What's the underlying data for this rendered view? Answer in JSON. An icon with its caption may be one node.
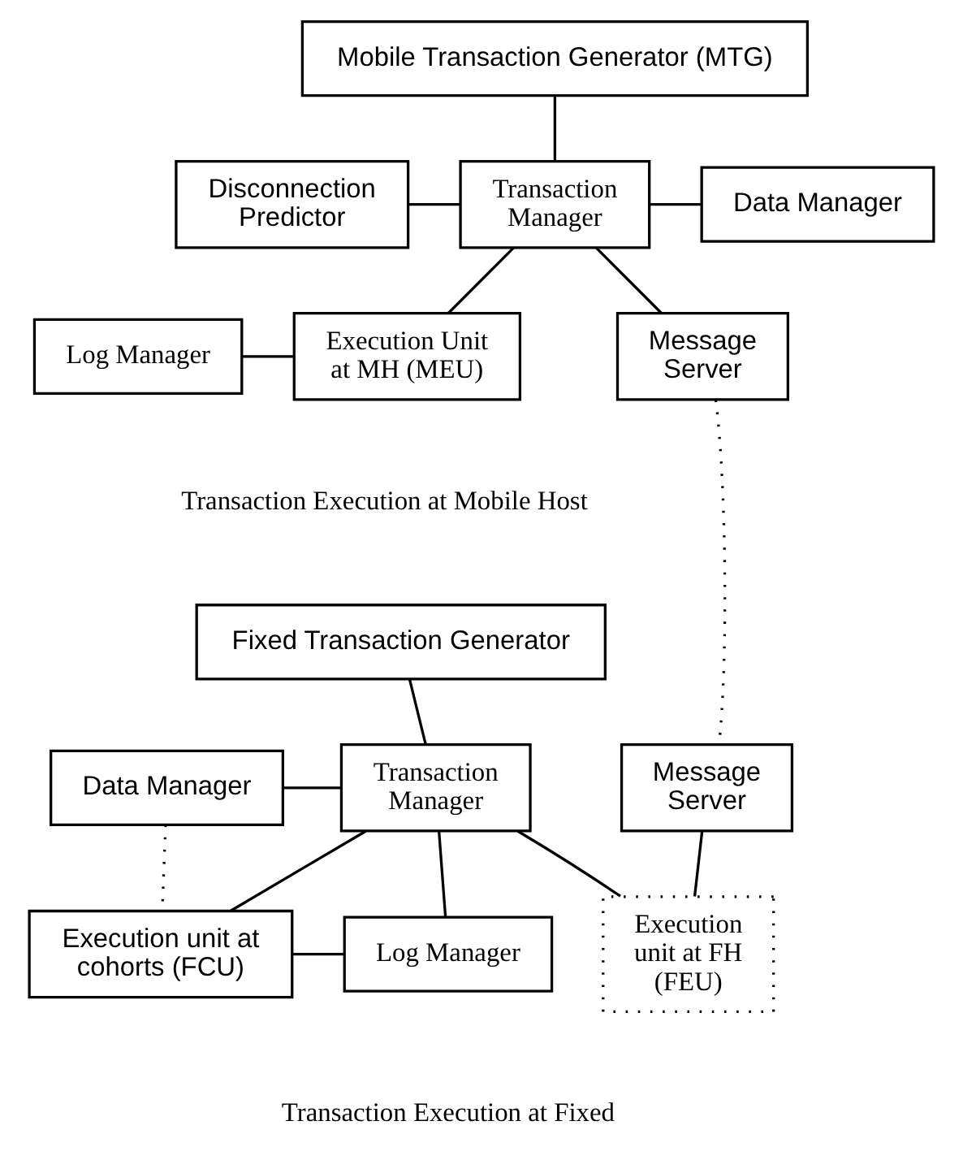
{
  "diagram": {
    "nodes": [
      {
        "text": [
          "Mobile Transaction Generator (MTG)"
        ]
      },
      {
        "text": [
          "Disconnection Predictor"
        ]
      },
      {
        "text": [
          "Transaction Manager"
        ]
      },
      {
        "text": [
          "Data Manager"
        ]
      },
      {
        "text": [
          "Message Server"
        ]
      },
      {
        "text": [
          "Log Manager"
        ]
      },
      {
        "text": [
          "Execution Unit at MH (MEU)"
        ]
      },
      {
        "text": [
          "Fixed Transaction Generator"
        ]
      },
      {
        "text": [
          "Transaction Manager"
        ]
      },
      {
        "text": [
          "Data Manager"
        ]
      },
      {
        "text": [
          "Message Server"
        ]
      },
      {
        "text": [
          "Execution unit at cohorts (FCU)"
        ]
      },
      {
        "text": [
          "Log Manager"
        ]
      },
      {
        "text": [
          "Execution unit at FH (FEU)"
        ]
      }
    ],
    "edges": [
      {
        "from": 0,
        "to": 2,
        "arrow": "none"
      },
      {
        "from": 1,
        "to": 2,
        "arrow": "none"
      },
      {
        "from": 2,
        "to": 3,
        "arrow": "none"
      },
      {
        "from": 2,
        "to": 4,
        "arrow": "none"
      },
      {
        "from": 2,
        "to": 6,
        "arrow": "none"
      },
      {
        "from": 5,
        "to": 6,
        "arrow": "none"
      },
      {
        "from": 4,
        "to": 10,
        "arrow": "none",
        "style": "dashed"
      },
      {
        "from": 7,
        "to": 8,
        "arrow": "none"
      },
      {
        "from": 9,
        "to": 8,
        "arrow": "none"
      },
      {
        "from": 9,
        "to": 11,
        "arrow": "none",
        "style": "dashed"
      },
      {
        "from": 8,
        "to": 11,
        "arrow": "none"
      },
      {
        "from": 8,
        "to": 12,
        "arrow": "none"
      },
      {
        "from": 8,
        "to": 13,
        "arrow": "none"
      },
      {
        "from": 10,
        "to": 13,
        "arrow": "none"
      },
      {
        "from": 11,
        "to": 12,
        "arrow": "none"
      }
    ],
    "labels": [
      "Transaction Execution at Mobile Host",
      "Transaction Execution at Fixed"
    ]
  }
}
